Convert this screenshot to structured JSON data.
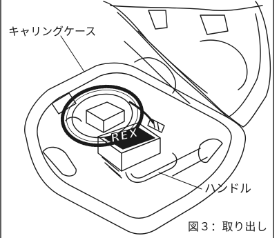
{
  "labels": {
    "carrying_case": "キャリングケース",
    "handle": "ハンドル"
  },
  "device": {
    "brand": "REX"
  },
  "caption": "図３：取り出し",
  "colors": {
    "line": "#1a1a1a",
    "background": "#ffffff"
  }
}
